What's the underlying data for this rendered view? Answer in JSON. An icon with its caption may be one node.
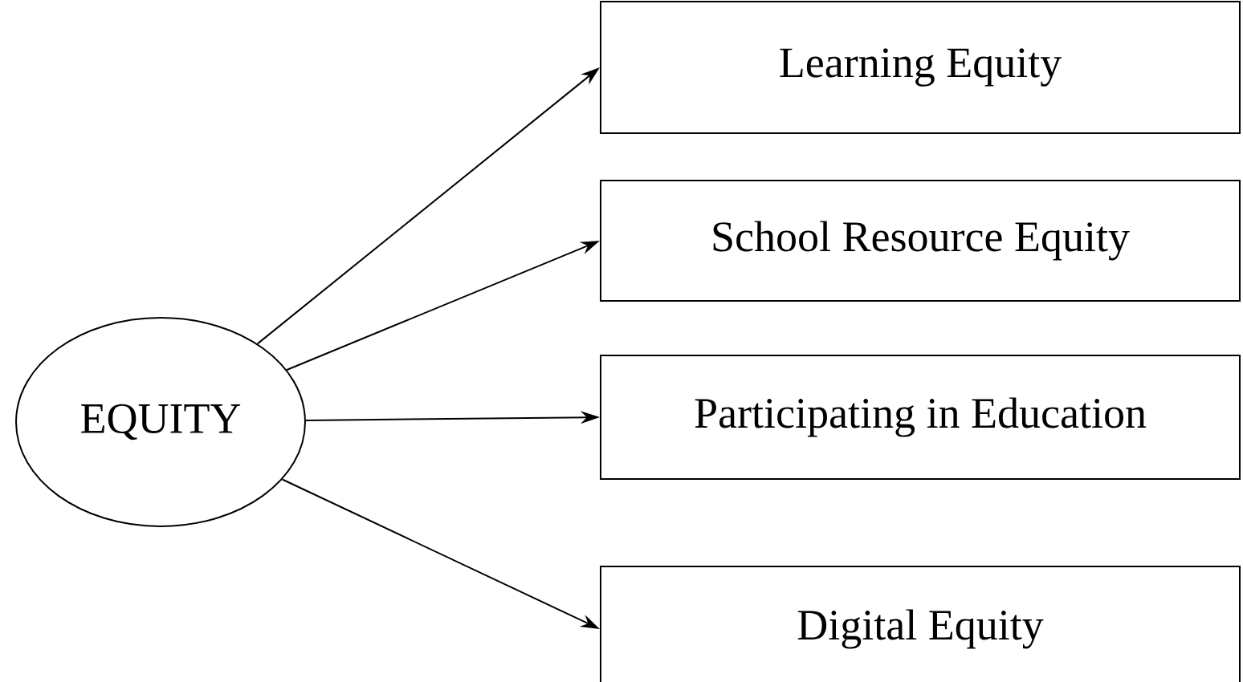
{
  "diagram": {
    "nodes": [
      {
        "text": [
          "EQUITY"
        ]
      },
      {
        "text": [
          "Learning Equity"
        ]
      },
      {
        "text": [
          "School Resource Equity"
        ]
      },
      {
        "text": [
          "Participating in Education"
        ]
      },
      {
        "text": [
          "Digital Equity"
        ]
      }
    ],
    "edges": [
      {
        "from": 0,
        "to": 1,
        "arrow": "to"
      },
      {
        "from": 0,
        "to": 2,
        "arrow": "to"
      },
      {
        "from": 0,
        "to": 3,
        "arrow": "to"
      },
      {
        "from": 0,
        "to": 4,
        "arrow": "to"
      }
    ]
  }
}
